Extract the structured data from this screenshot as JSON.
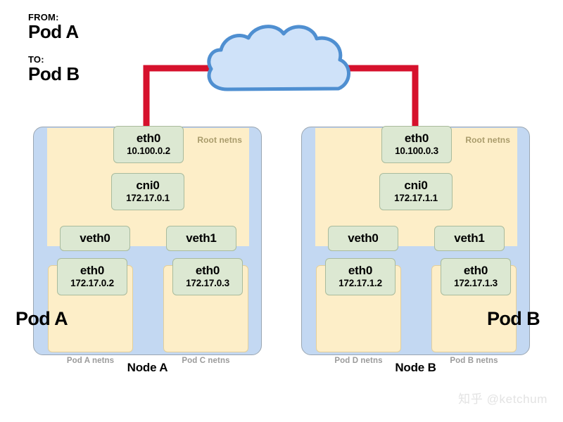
{
  "annotations": {
    "from": {
      "kicker": "FROM:",
      "value": "Pod A"
    },
    "to": {
      "kicker": "TO:",
      "value": "Pod B"
    }
  },
  "colors": {
    "active_path": "#d6112c",
    "inactive_path": "#000000",
    "node_fill": "#c3d8f2",
    "netns_fill": "#fdeec8",
    "iface_fill": "#dce8d2",
    "cloud_fill": "#cfe2f9",
    "cloud_stroke": "#4f8fd1"
  },
  "cloud": {
    "name": "network-cloud"
  },
  "nodes": [
    {
      "id": "node-a",
      "caption": "Node A",
      "root_netns_label": "Root netns",
      "uplink": {
        "name": "eth0",
        "ip": "10.100.0.2"
      },
      "bridge": {
        "name": "cni0",
        "ip": "172.17.0.1"
      },
      "veths": [
        {
          "name": "veth0"
        },
        {
          "name": "veth1"
        }
      ],
      "pods": [
        {
          "netns_label": "Pod A netns",
          "iface": {
            "name": "eth0",
            "ip": "172.17.0.2"
          },
          "callout": "Pod A"
        },
        {
          "netns_label": "Pod C netns",
          "iface": {
            "name": "eth0",
            "ip": "172.17.0.3"
          },
          "callout": ""
        }
      ]
    },
    {
      "id": "node-b",
      "caption": "Node B",
      "root_netns_label": "Root netns",
      "uplink": {
        "name": "eth0",
        "ip": "10.100.0.3"
      },
      "bridge": {
        "name": "cni0",
        "ip": "172.17.1.1"
      },
      "veths": [
        {
          "name": "veth0"
        },
        {
          "name": "veth1"
        }
      ],
      "pods": [
        {
          "netns_label": "Pod D netns",
          "iface": {
            "name": "eth0",
            "ip": "172.17.1.2"
          },
          "callout": ""
        },
        {
          "netns_label": "Pod B netns",
          "iface": {
            "name": "eth0",
            "ip": "172.17.1.3"
          },
          "callout": "Pod B"
        }
      ]
    }
  ],
  "callouts": {
    "pod_a": "Pod A",
    "pod_b": "Pod B"
  },
  "watermark": "知乎 @ketchum"
}
